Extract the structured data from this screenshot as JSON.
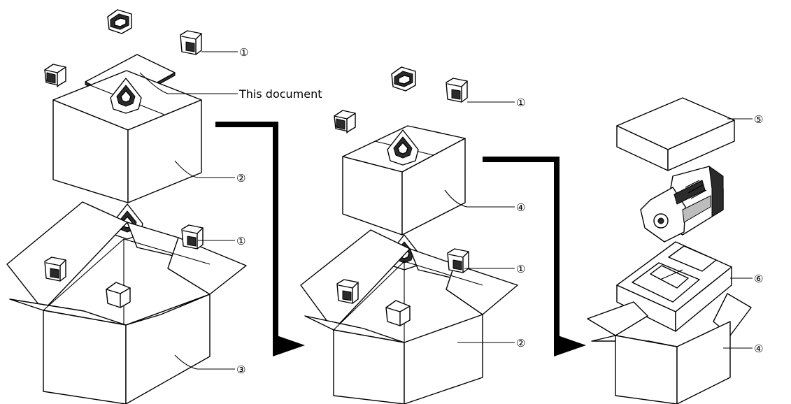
{
  "labels": {
    "document": "This document",
    "callouts": [
      "①",
      "①",
      "②",
      "③",
      "①",
      "①",
      "④",
      "②",
      "⑤",
      "⑥",
      "④"
    ]
  },
  "colors": {
    "line": "#000000",
    "fill": "#ffffff",
    "dark": "#2b2b2b"
  }
}
